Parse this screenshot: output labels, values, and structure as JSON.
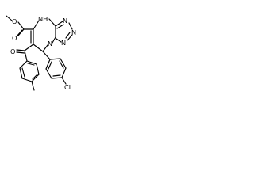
{
  "molecule": {
    "labels": {
      "carbonyl_o": "O",
      "ester_o": "O",
      "nh": "NH",
      "n1": "N",
      "n2": "N",
      "n3": "N",
      "n4": "N",
      "ketone_o": "O",
      "cl": "Cl"
    }
  }
}
